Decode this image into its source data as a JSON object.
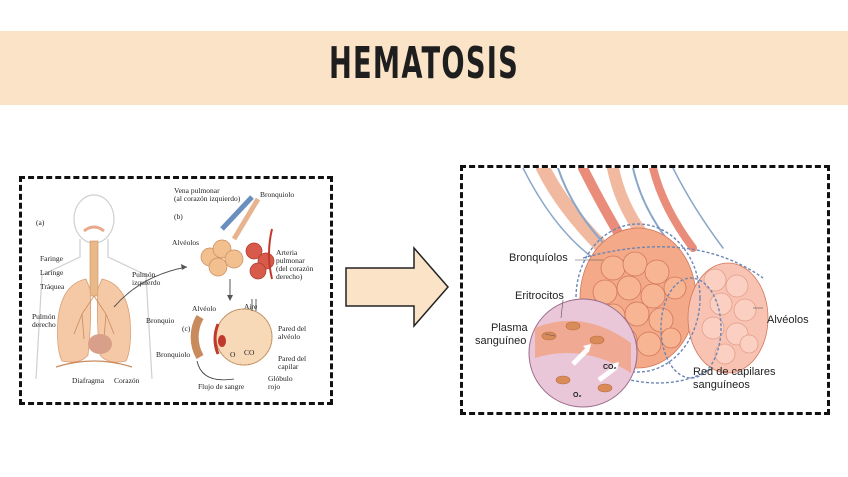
{
  "title": "HEMATOSIS",
  "left_diagram": {
    "panel_a": "(a)",
    "panel_b": "(b)",
    "panel_c": "(c)",
    "faringe": "Faringe",
    "laringe": "Laringe",
    "traquea": "Tráquea",
    "pulmon_derecho_1": "Pulmón",
    "pulmon_derecho_2": "derecho",
    "pulmon_izquierdo_1": "Pulmón",
    "pulmon_izquierdo_2": "izquierdo",
    "bronquio": "Bronquio",
    "bronquiolo_a": "Bronquiolo",
    "diafragma": "Diafragma",
    "corazon": "Corazón",
    "vena_pulmonar_1": "Vena pulmonar",
    "vena_pulmonar_2": "(al corazón izquierdo)",
    "bronquiolo_b": "Bronquiolo",
    "alveolos": "Alvéolos",
    "arteria_1": "Arteria",
    "arteria_2": "pulmonar",
    "arteria_3": "(del corazón",
    "arteria_4": "derecho)",
    "alveolo": "Alvéolo",
    "aire": "Aire",
    "pared_alveolo_1": "Pared del",
    "pared_alveolo_2": "alvéolo",
    "pared_capilar_1": "Pared del",
    "pared_capilar_2": "capilar",
    "globulo_1": "Glóbulo",
    "globulo_2": "rojo",
    "flujo": "Flujo de sangre",
    "o2": "O",
    "co2": "CO"
  },
  "right_diagram": {
    "bronquiolos": "Bronquíolos",
    "eritrocitos": "Eritrocitos",
    "plasma_1": "Plasma",
    "plasma_2": "sanguíneo",
    "alveolos": "Alvéolos",
    "red_1": "Red de capilares",
    "red_2": "sanguíneos",
    "co2": "CO₂",
    "o2": "O₂"
  }
}
